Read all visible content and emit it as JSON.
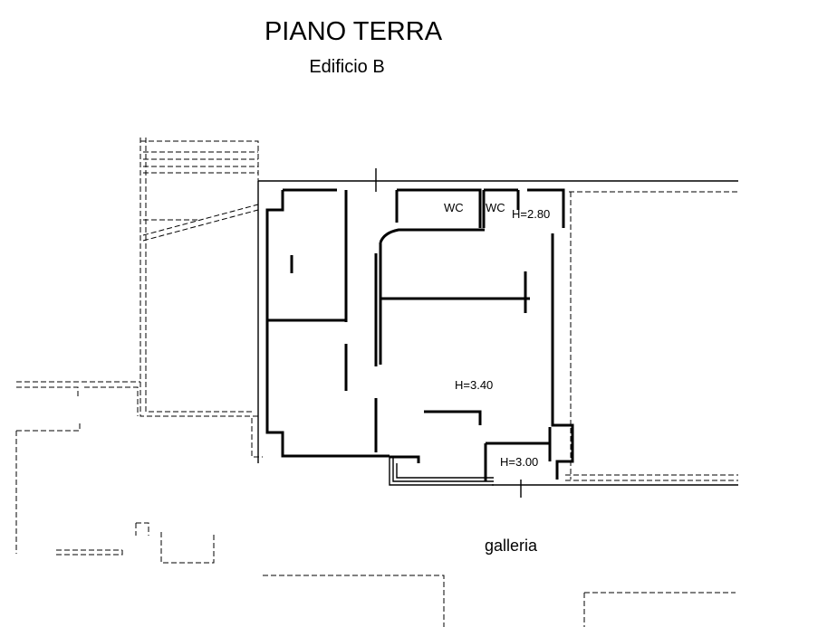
{
  "plan": {
    "title": "PIANO TERRA",
    "subtitle": "Edificio B",
    "labels": {
      "wc_1": "WC",
      "wc_2": "WC",
      "height_wc": "H=2.80",
      "height_main": "H=3.40",
      "height_small": "H=3.00",
      "galleria": "galleria"
    }
  }
}
